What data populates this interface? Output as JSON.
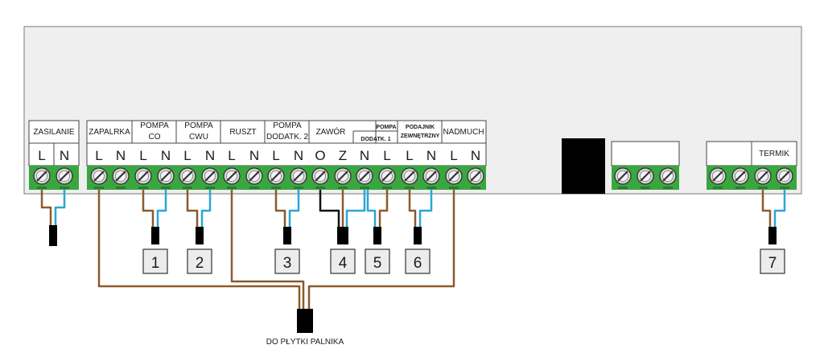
{
  "groups": [
    {
      "id": "zasilanie",
      "lines": [
        "ZASILANIE"
      ]
    },
    {
      "id": "zapalarka",
      "lines": [
        "ZAPALRKA"
      ]
    },
    {
      "id": "pompa-co",
      "lines": [
        "POMPA",
        "CO"
      ]
    },
    {
      "id": "pompa-cwu",
      "lines": [
        "POMPA",
        "CWU"
      ]
    },
    {
      "id": "ruszt",
      "lines": [
        "RUSZT"
      ]
    },
    {
      "id": "pompa-dodatk-2",
      "lines": [
        "POMPA",
        "DODATK. 2"
      ]
    },
    {
      "id": "zawor",
      "lines": [
        "ZAWÓR"
      ]
    },
    {
      "id": "pompa-dodatk-1",
      "lines": [
        "POMPA",
        "DODATK. 1"
      ]
    },
    {
      "id": "podajnik",
      "lines": [
        "PODAJNIK",
        "ZEWNĘTRZNY"
      ]
    },
    {
      "id": "nadmuch",
      "lines": [
        "NADMUCH"
      ]
    },
    {
      "id": "termik",
      "lines": [
        "TERMIK"
      ]
    }
  ],
  "terminal_letters": {
    "zasilanie": [
      "L",
      "N"
    ],
    "main": [
      "L",
      "N",
      "L",
      "N",
      "L",
      "N",
      "L",
      "N",
      "L",
      "N",
      "O",
      "Z",
      "N",
      "L",
      "L",
      "N",
      "L",
      "N"
    ]
  },
  "outputs": [
    "1",
    "2",
    "3",
    "4",
    "5",
    "6",
    "7"
  ],
  "burner_label": "DO PŁYTKI PALNIKA",
  "colors": {
    "terminal_green": "#3aa63f",
    "wire_brown": "#8b5a2b",
    "wire_blue": "#2aa6d6",
    "wire_black": "#111111",
    "housing": "#efefef"
  }
}
